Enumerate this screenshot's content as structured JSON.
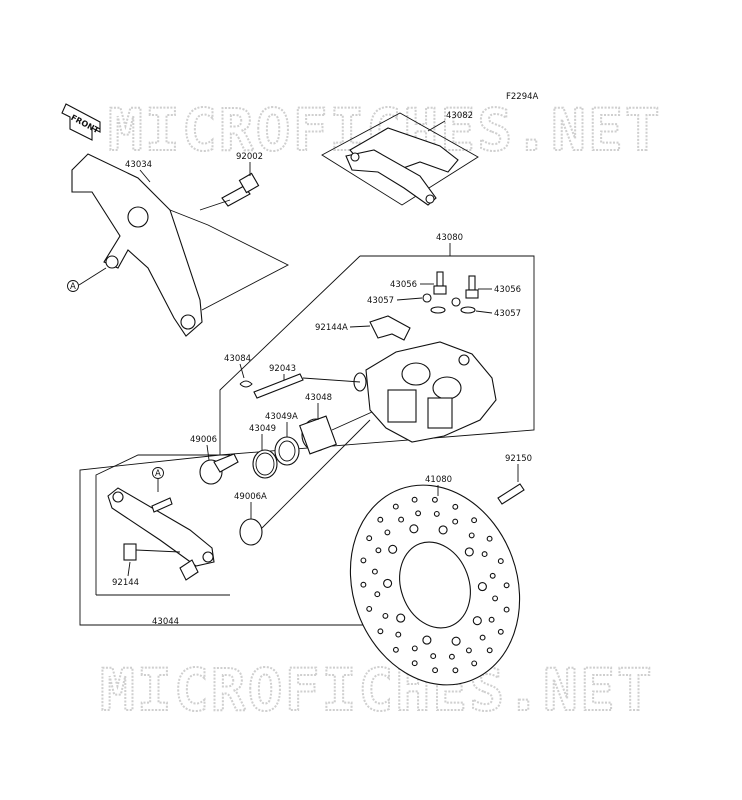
{
  "diagram_code": "F2294A",
  "watermark_text": "MICROFICHES.NET",
  "front_arrow_text": "FRONT",
  "ref_mark": "A",
  "labels": {
    "p43082": "43082",
    "p43034": "43034",
    "p92002": "92002",
    "p43080": "43080",
    "p43056_l": "43056",
    "p43056_r": "43056",
    "p43057_l": "43057",
    "p43057_r": "43057",
    "p92144A": "92144A",
    "p43084": "43084",
    "p92043": "92043",
    "p43048": "43048",
    "p43049A": "43049A",
    "p43049": "43049",
    "p49006": "49006",
    "p49006A": "49006A",
    "p92150": "92150",
    "p41080": "41080",
    "p92144": "92144",
    "p43044": "43044"
  }
}
